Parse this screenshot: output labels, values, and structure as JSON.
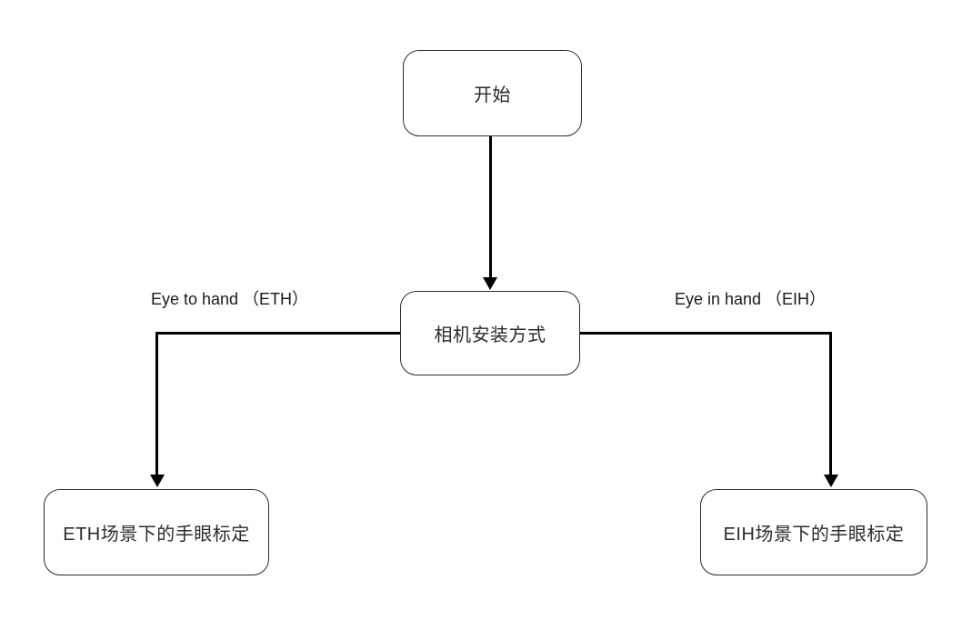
{
  "diagram": {
    "title": "camera-mount-handeye-calibration-flowchart",
    "nodes": {
      "start": {
        "label": "开始"
      },
      "decision": {
        "label": "相机安装方式"
      },
      "eth": {
        "label": "ETH场景下的手眼标定"
      },
      "eih": {
        "label": "EIH场景下的手眼标定"
      }
    },
    "edge_labels": {
      "left": "Eye to hand （ETH）",
      "right": "Eye in hand （EIH）"
    },
    "colors": {
      "background": "#ffffff",
      "node_border": "#2d2d2d",
      "node_fill": "#ffffff",
      "connector": "#000000",
      "text": "#2b2b2b"
    }
  }
}
